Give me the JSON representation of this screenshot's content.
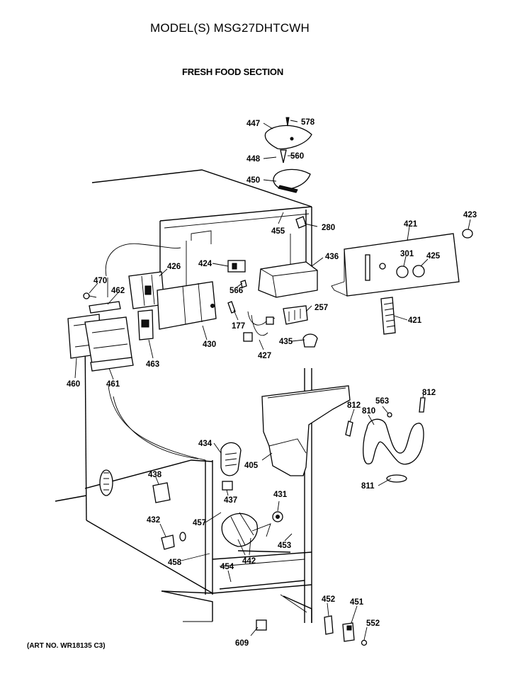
{
  "title": "MODEL(S) MSG27DHTCWH",
  "subtitle": "FRESH FOOD SECTION",
  "art_number": "(ART NO. WR18135 C3)",
  "callouts": {
    "c447": "447",
    "c578": "578",
    "c448": "448",
    "c560": "560",
    "c450": "450",
    "c455": "455",
    "c280": "280",
    "c421a": "421",
    "c423": "423",
    "c301": "301",
    "c425": "425",
    "c424": "424",
    "c436": "436",
    "c426": "426",
    "c470": "470",
    "c462": "462",
    "c566": "566",
    "c257": "257",
    "c421b": "421",
    "c177": "177",
    "c430": "430",
    "c427": "427",
    "c435": "435",
    "c463": "463",
    "c460": "460",
    "c461": "461",
    "c812a": "812",
    "c563": "563",
    "c812b": "812",
    "c810": "810",
    "c434": "434",
    "c405": "405",
    "c811": "811",
    "c438": "438",
    "c437": "437",
    "c431": "431",
    "c457": "457",
    "c432": "432",
    "c442": "442",
    "c453": "453",
    "c458": "458",
    "c454": "454",
    "c452": "452",
    "c451": "451",
    "c552": "552",
    "c609": "609"
  }
}
